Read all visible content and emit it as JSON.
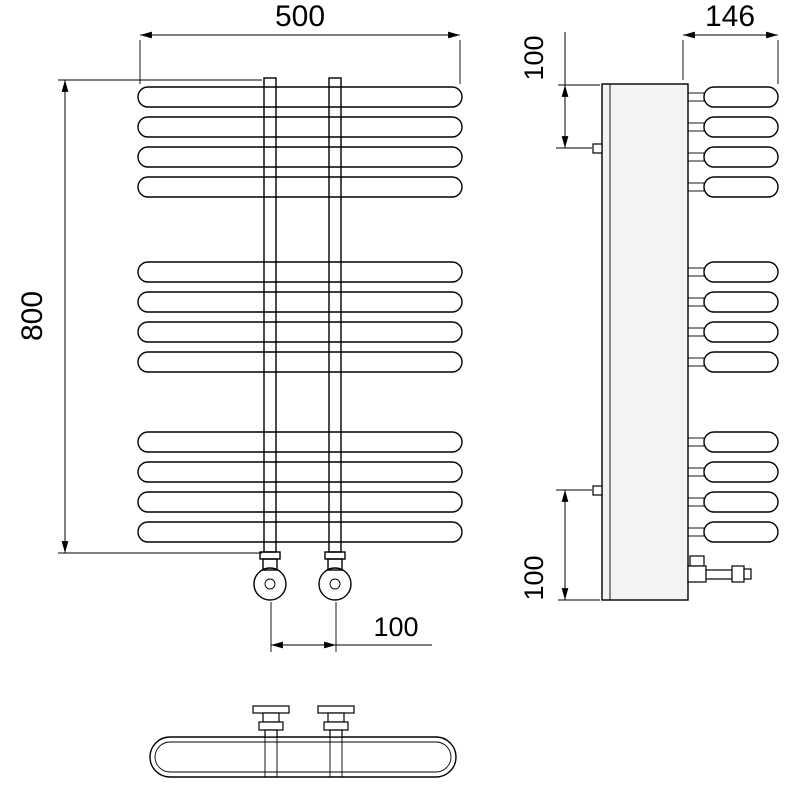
{
  "drawing": {
    "line_color": "#000000",
    "panel_fill": "#f3f3f3",
    "background": "#ffffff",
    "dimensions": {
      "width_label": "500",
      "height_label": "800",
      "depth_label": "146",
      "top_offset_label": "100",
      "bottom_offset_label": "100",
      "connection_spacing_label": "100"
    }
  }
}
